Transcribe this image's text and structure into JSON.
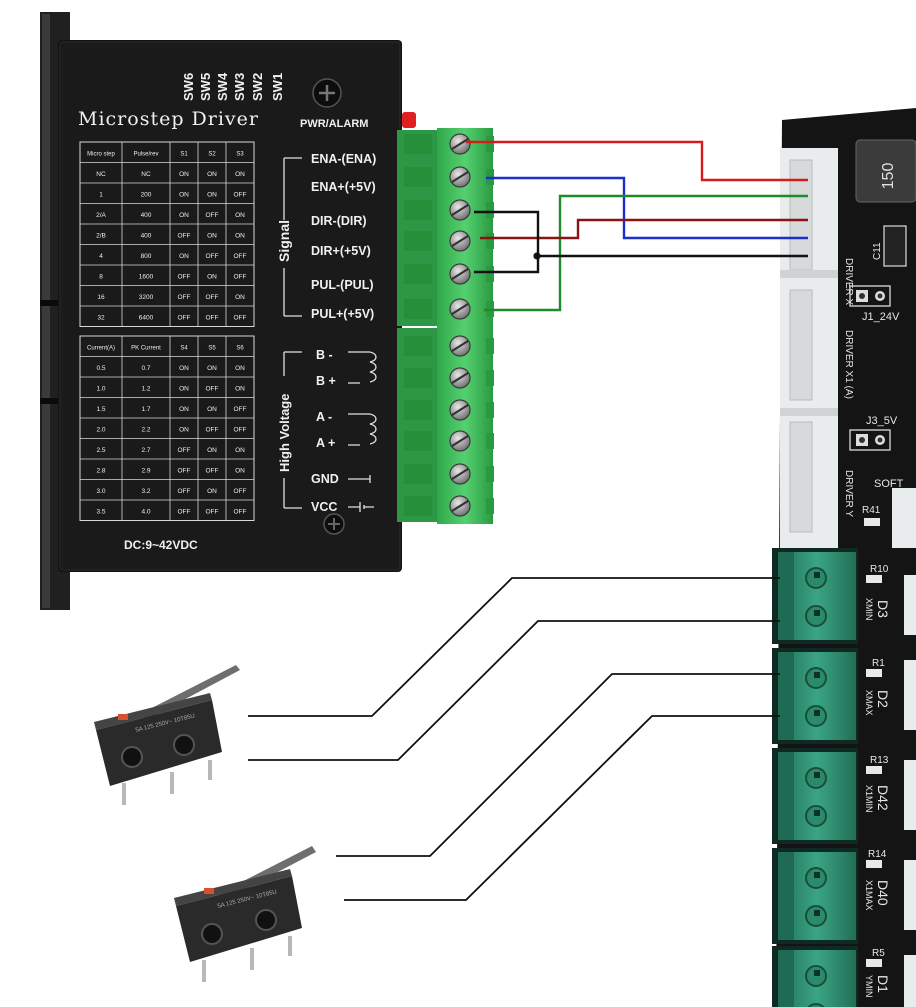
{
  "driver": {
    "title": "Microstep Driver",
    "switch_labels": [
      "SW6",
      "SW5",
      "SW4",
      "SW3",
      "SW2",
      "SW1"
    ],
    "pwr_alarm": "PWR/ALARM",
    "voltage": "DC:9~42VDC",
    "signal_group": "Signal",
    "hv_group": "High Voltage",
    "signal_terminals": [
      "ENA-(ENA)",
      "ENA+(+5V)",
      "DIR-(DIR)",
      "DIR+(+5V)",
      "PUL-(PUL)",
      "PUL+(+5V)"
    ],
    "hv_terminals": [
      "B -",
      "B +",
      "A -",
      "A +",
      "GND",
      "VCC"
    ],
    "micro_table": {
      "headers": [
        "Micro step",
        "Pulse/rev",
        "S1",
        "S2",
        "S3"
      ],
      "rows": [
        [
          "NC",
          "NC",
          "ON",
          "ON",
          "ON"
        ],
        [
          "1",
          "200",
          "ON",
          "ON",
          "OFF"
        ],
        [
          "2/A",
          "400",
          "ON",
          "OFF",
          "ON"
        ],
        [
          "2/B",
          "400",
          "OFF",
          "ON",
          "ON"
        ],
        [
          "4",
          "800",
          "ON",
          "OFF",
          "OFF"
        ],
        [
          "8",
          "1600",
          "OFF",
          "ON",
          "OFF"
        ],
        [
          "16",
          "3200",
          "OFF",
          "OFF",
          "ON"
        ],
        [
          "32",
          "6400",
          "OFF",
          "OFF",
          "OFF"
        ]
      ]
    },
    "current_table": {
      "headers": [
        "Current(A)",
        "PK Current",
        "S4",
        "S5",
        "S6"
      ],
      "rows": [
        [
          "0.5",
          "0.7",
          "ON",
          "ON",
          "ON"
        ],
        [
          "1.0",
          "1.2",
          "ON",
          "OFF",
          "ON"
        ],
        [
          "1.5",
          "1.7",
          "ON",
          "ON",
          "OFF"
        ],
        [
          "2.0",
          "2.2",
          "ON",
          "OFF",
          "OFF"
        ],
        [
          "2.5",
          "2.7",
          "OFF",
          "ON",
          "ON"
        ],
        [
          "2.8",
          "2.9",
          "OFF",
          "OFF",
          "ON"
        ],
        [
          "3.0",
          "3.2",
          "OFF",
          "ON",
          "OFF"
        ],
        [
          "3.5",
          "4.0",
          "OFF",
          "OFF",
          "OFF"
        ]
      ]
    }
  },
  "board": {
    "inductor": "150",
    "labels": {
      "c11": "C11",
      "driver_x": "DRIVER X",
      "j1": "J1_24V",
      "driver_x1": "DRIVER X1 (A)",
      "j3": "J3_5V",
      "driver_y": "DRIVER Y",
      "soft": "SOFT",
      "r41": "R41",
      "r10": "R10",
      "d3": "D3",
      "xmin": "XMIN",
      "r1": "R1",
      "d2": "D2",
      "xmax": "XMAX",
      "r13": "R13",
      "d42": "D42",
      "x1min": "X1MIN",
      "r14": "R14",
      "d40": "D40",
      "x1max": "X1MAX",
      "r5": "R5",
      "d1": "D1",
      "ymin": "YMIN"
    }
  },
  "colors": {
    "red_wire": "#d71a1a",
    "blue_wire": "#1a2fcc",
    "green_wire": "#1f8a2a",
    "darkred_wire": "#8a1414",
    "black_wire": "#111111",
    "terminal_green": "#3fbe5a",
    "board_black": "#141414",
    "board_teal": "#2f8f6e"
  },
  "switch": {
    "marking": "5A 125 250V~ 10T85U"
  }
}
